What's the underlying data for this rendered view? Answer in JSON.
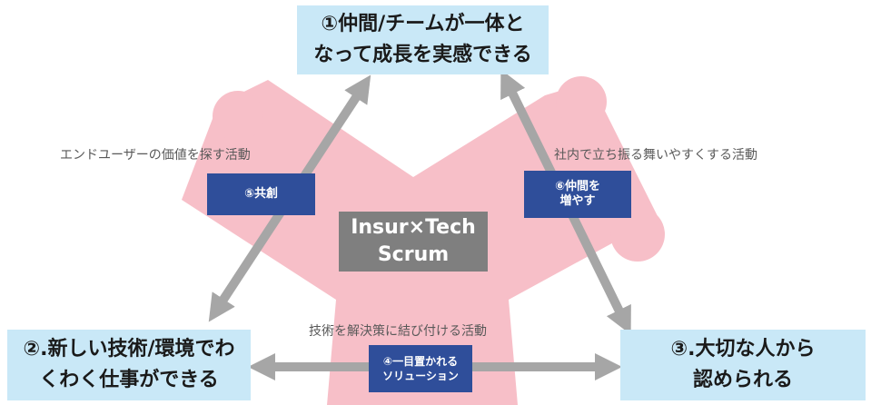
{
  "colors": {
    "blob": "#f7bfc8",
    "arrow": "#a6a6a6",
    "goal_box": "#c9e8f7",
    "action_box": "#2f4e9a",
    "center_box": "#7f7f7f"
  },
  "center": {
    "text": "Insur×Tech\nScrum"
  },
  "goals": {
    "top": "①仲間/チームが一体と\nなって成長を実感できる",
    "left": "②.新しい技術/環境でわ\nくわく仕事ができる",
    "right": "③.大切な人から\n認められる"
  },
  "activities": {
    "left": "エンドユーザーの価値を探す活動",
    "right": "社内で立ち振る舞いやすくする活動",
    "bottom": "技術を解決策に結び付ける活動"
  },
  "actions": {
    "left": "⑤共創",
    "right": "⑥仲間を\n増やす",
    "bottom": "④一目置かれる\nソリューション"
  }
}
